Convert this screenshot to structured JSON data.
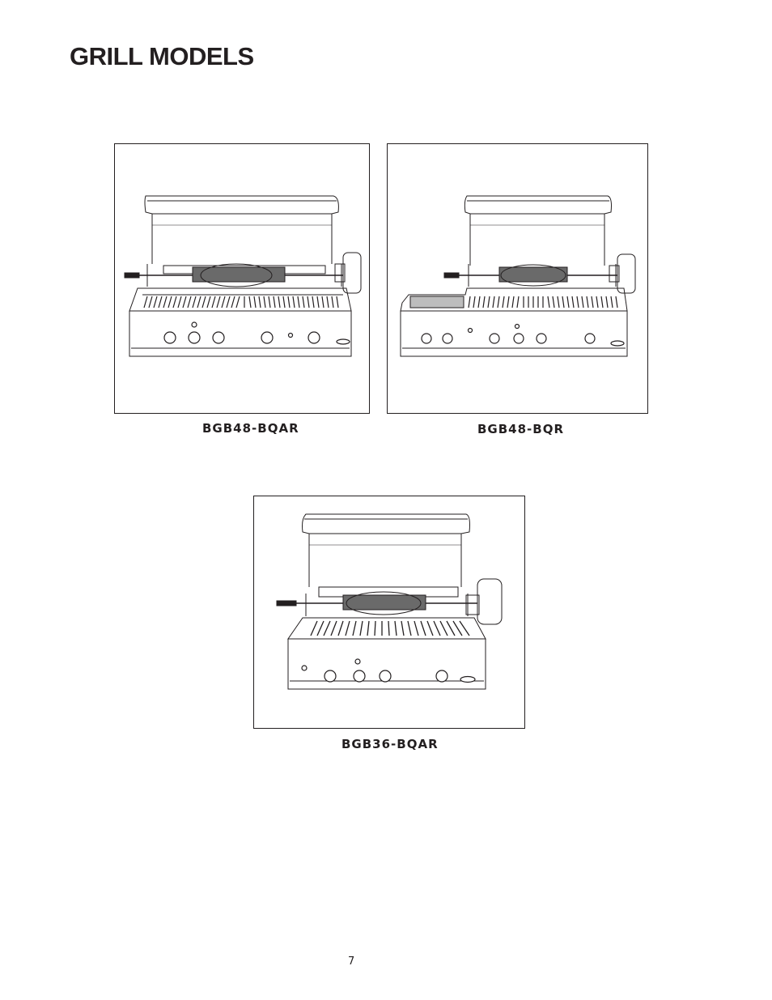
{
  "page": {
    "title": "GRILL MODELS",
    "page_number": "7"
  },
  "models": [
    {
      "name": "BGB48-BQAR",
      "illustration": "grill-48-with-rotisserie-illustration"
    },
    {
      "name": "BGB48-BQR",
      "illustration": "grill-48-with-sear-burner-illustration"
    },
    {
      "name": "BGB36-BQAR",
      "illustration": "grill-36-with-rotisserie-illustration"
    }
  ]
}
